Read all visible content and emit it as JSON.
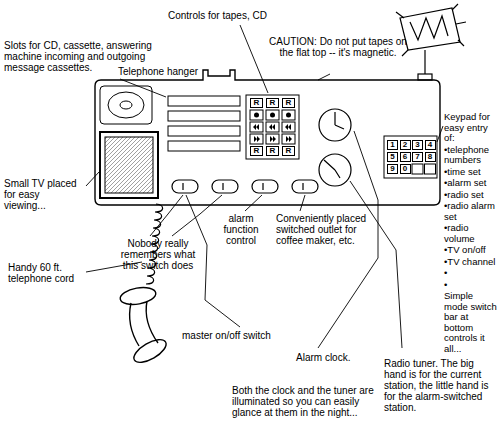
{
  "diagram": {
    "nodes": [
      {
        "text": [
          "R"
        ]
      },
      {
        "text": [
          "R"
        ]
      },
      {
        "text": [
          "R"
        ]
      },
      {
        "text": [
          "R"
        ]
      },
      {
        "text": [
          "R"
        ]
      },
      {
        "text": [
          "R"
        ]
      },
      {
        "text": [
          "1"
        ]
      },
      {
        "text": [
          "2"
        ]
      },
      {
        "text": [
          "3"
        ]
      },
      {
        "text": [
          "4"
        ]
      },
      {
        "text": [
          "5"
        ]
      },
      {
        "text": [
          "6"
        ]
      },
      {
        "text": [
          "7"
        ]
      },
      {
        "text": [
          "8"
        ]
      },
      {
        "text": [
          "9"
        ]
      },
      {
        "text": [
          "0"
        ]
      }
    ],
    "labels": [
      "Controls for tapes, CD",
      "Slots for CD, cassette, answering machine incoming and outgoing message cassettes.",
      "Telephone hanger",
      "CAUTION: Do not put tapes on the flat top -- it's magnetic.",
      "Small TV placed for easy viewing...",
      "Keypad for easy entry of:",
      "•telephone numbers",
      "•time set",
      "•alarm set",
      "•radio set",
      "•radio alarm set",
      "•radio volume",
      "•TV on/off",
      "•TV channel",
      "•",
      "•",
      "Simple mode switch bar at bottom controls it all...",
      "alarm function control",
      "Conveniently placed switched outlet for coffee maker, etc.",
      "Handy 60 ft. telephone cord",
      "Nobody really remembers what this switch does",
      "master on/off switch",
      "Alarm clock.",
      "Radio tuner. The big hand is for the current station, the little hand is for the alarm-switched station.",
      "Both the clock and the tuner are illuminated so you can easily glance at them in the night..."
    ]
  }
}
